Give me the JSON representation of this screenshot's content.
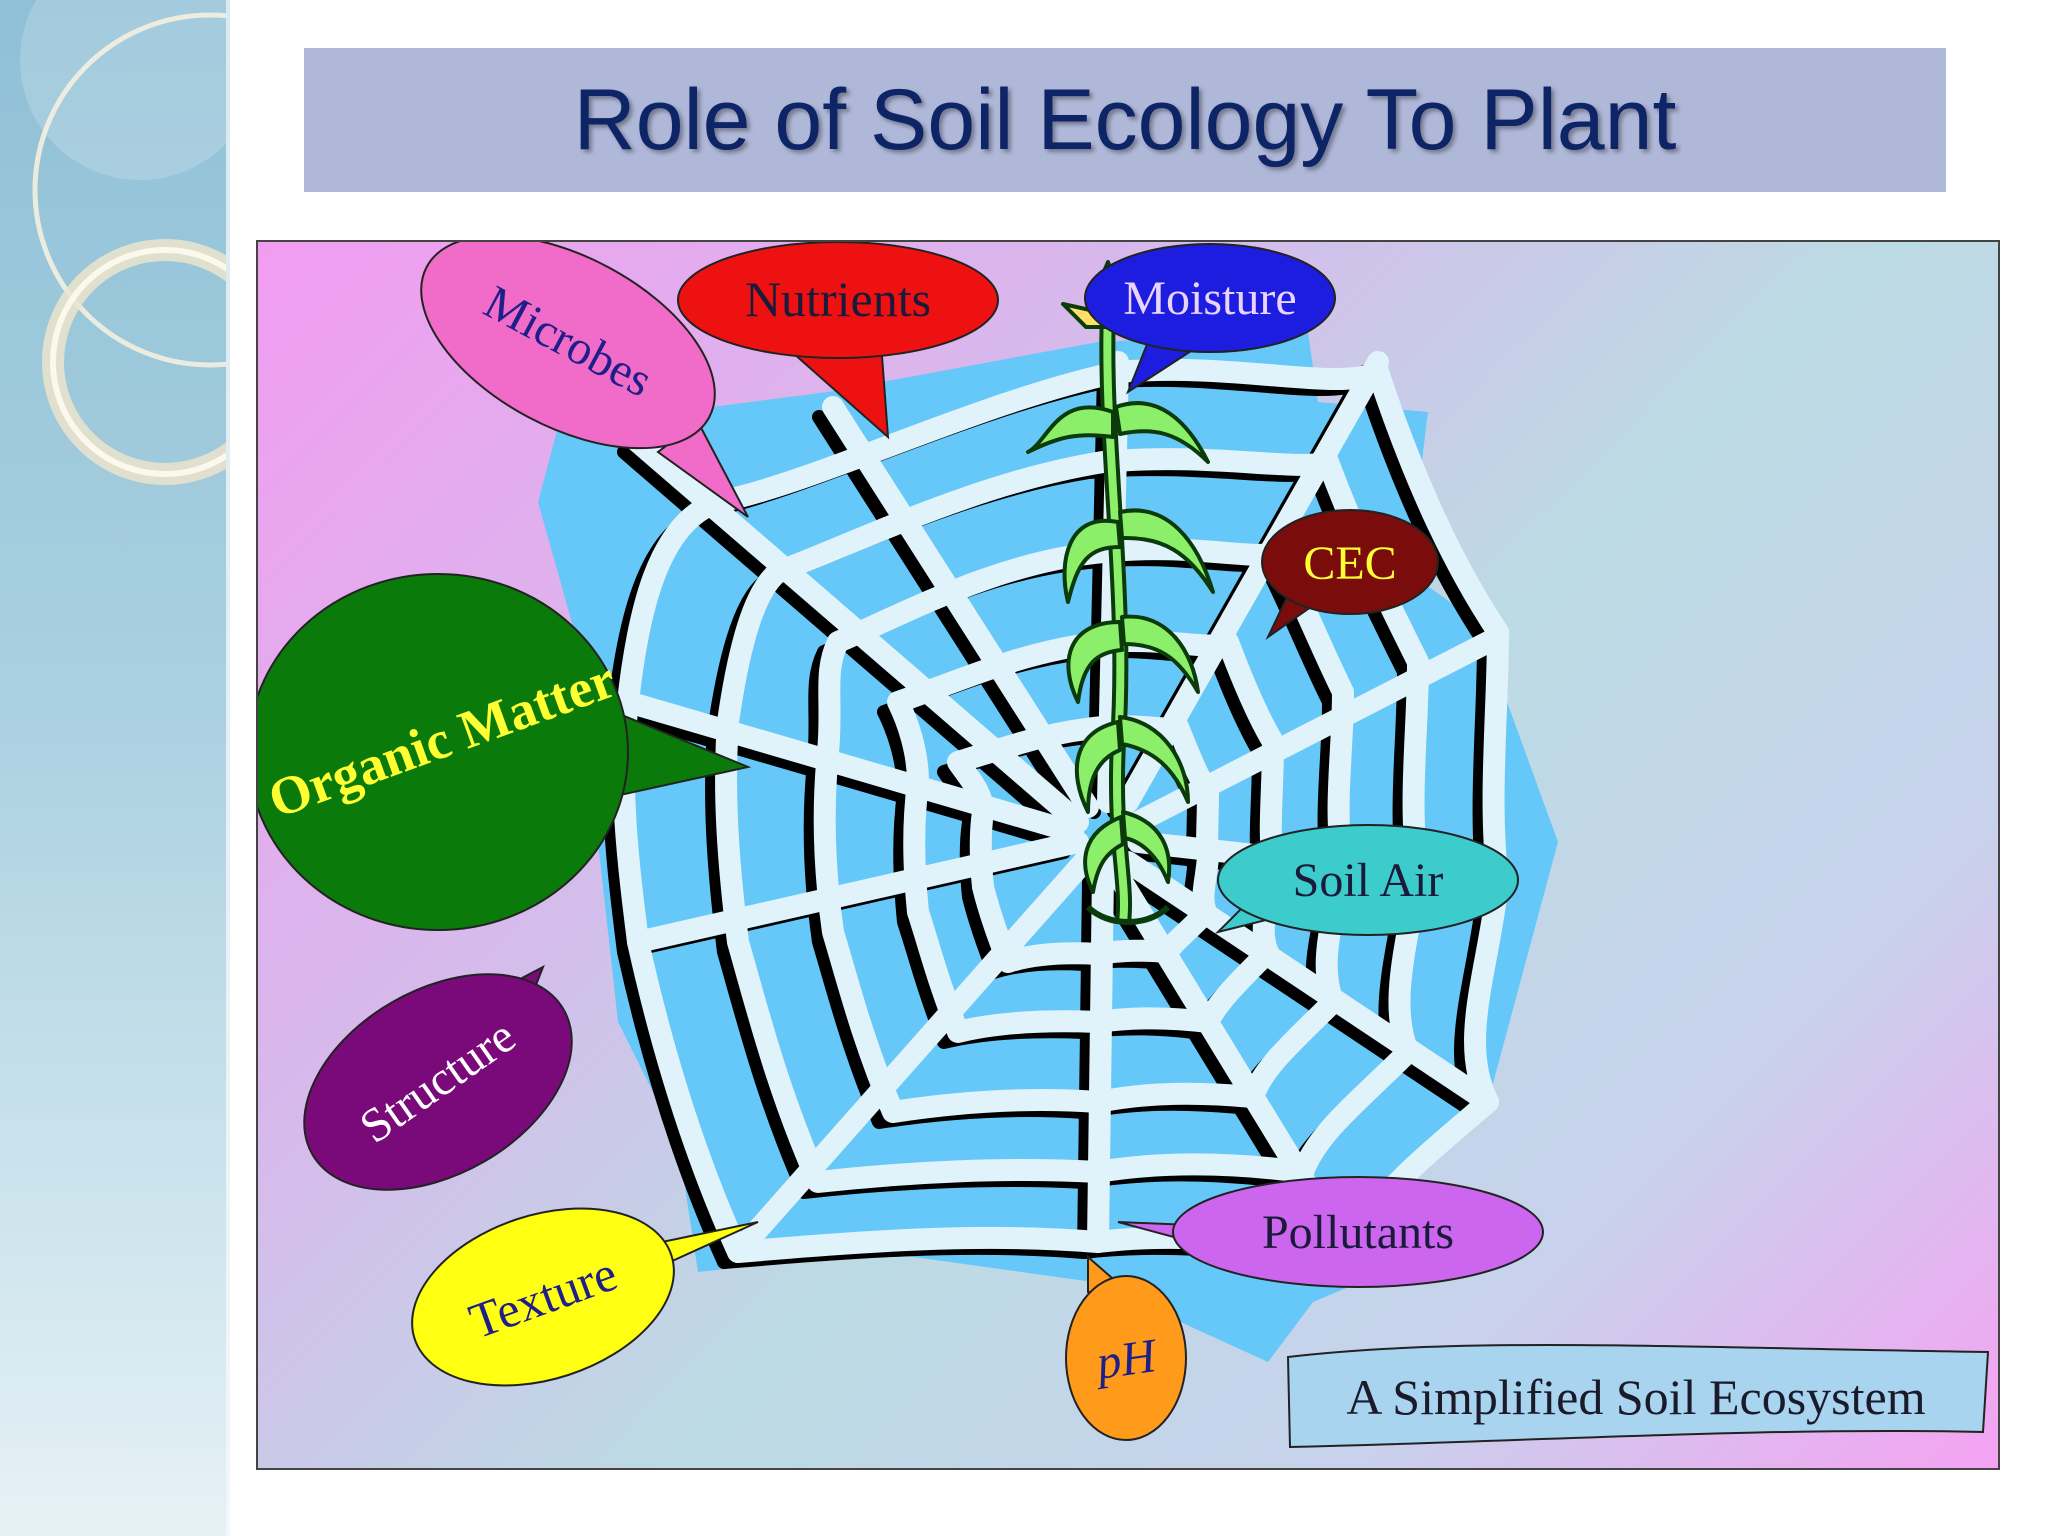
{
  "title": "Role of Soil Ecology To Plant",
  "caption": "A Simplified Soil Ecosystem",
  "bubbles": [
    {
      "id": "microbes",
      "label": "Microbes",
      "fill": "#f06cc8",
      "text_color": "#1f1f8a"
    },
    {
      "id": "nutrients",
      "label": "Nutrients",
      "fill": "#ee1111",
      "text_color": "#1a1a3a"
    },
    {
      "id": "moisture",
      "label": "Moisture",
      "fill": "#1d1de0",
      "text_color": "#e8d4ff"
    },
    {
      "id": "cec",
      "label": "CEC",
      "fill": "#7a0c0c",
      "text_color": "#ffff33"
    },
    {
      "id": "organic-matter",
      "label": "Organic Matter",
      "fill": "#0a7a0a",
      "text_color": "#ffff33"
    },
    {
      "id": "soil-air",
      "label": "Soil Air",
      "fill": "#3dcccc",
      "text_color": "#1a1a3a"
    },
    {
      "id": "structure",
      "label": "Structure",
      "fill": "#7a0a7a",
      "text_color": "#ffffff"
    },
    {
      "id": "pollutants",
      "label": "Pollutants",
      "fill": "#cc66ee",
      "text_color": "#1a1a3a"
    },
    {
      "id": "texture",
      "label": "Texture",
      "fill": "#ffff11",
      "text_color": "#1f1f8a"
    },
    {
      "id": "ph",
      "label": "pH",
      "fill": "#ff9a1a",
      "text_color": "#1f1f8a"
    }
  ],
  "colors": {
    "web_back": "#66c8f8",
    "web_strand": "#e0f2fa",
    "web_shadow": "#000000",
    "plant": "#8cef6a",
    "plant_outline": "#0b3b0b",
    "tassel": "#ffe066",
    "caption_fill": "#a8d4f0"
  }
}
